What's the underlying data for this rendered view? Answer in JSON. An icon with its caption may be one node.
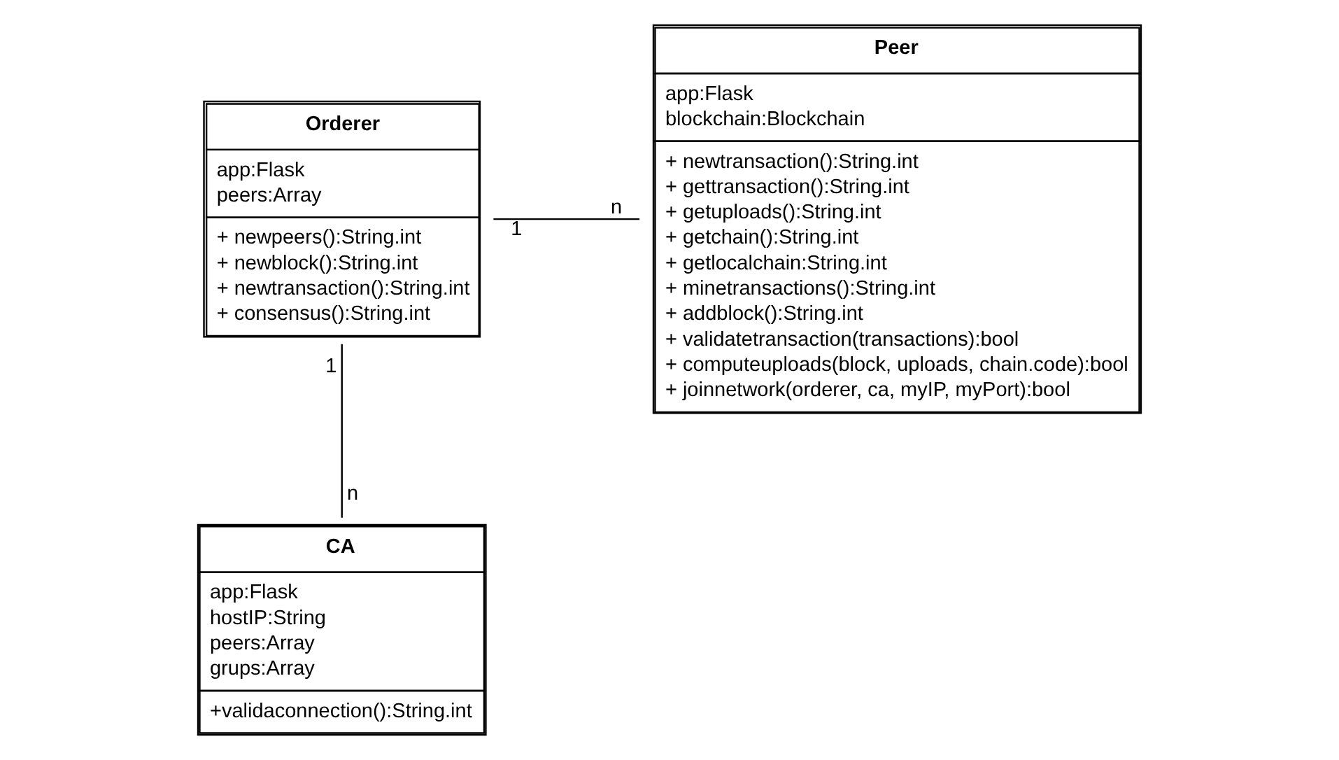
{
  "diagram": {
    "nodes": [
      {
        "text": [
          "Orderer",
          "app:Flask",
          "peers:Array",
          "+ newpeers():String.int",
          "+ newblock():String.int",
          "+ newtransaction():String.int",
          "+ consensus():String.int"
        ]
      },
      {
        "text": [
          "Peer",
          "app:Flask",
          "blockchain:Blockchain",
          "+ newtransaction():String.int",
          "+ gettransaction():String.int",
          "+ getuploads():String.int",
          "+ getchain():String.int",
          "+ getlocalchain:String.int",
          "+ minetransactions():String.int",
          "+ addblock():String.int",
          "+ validatetransaction(transactions):bool",
          "+ computeuploads(block, uploads, chain.code):bool",
          "+ joinnetwork(orderer, ca, myIP, myPort):bool"
        ]
      },
      {
        "text": [
          "CA",
          "app:Flask",
          "hostIP:String",
          "peers:Array",
          "grups:Array",
          "+validaconnection():String.int"
        ]
      }
    ],
    "edges": [
      {
        "from": 0,
        "to": 1,
        "arrow": "none"
      },
      {
        "from": 0,
        "to": 2,
        "arrow": "none"
      }
    ],
    "labels": [
      "1",
      "n",
      "1",
      "n"
    ]
  }
}
